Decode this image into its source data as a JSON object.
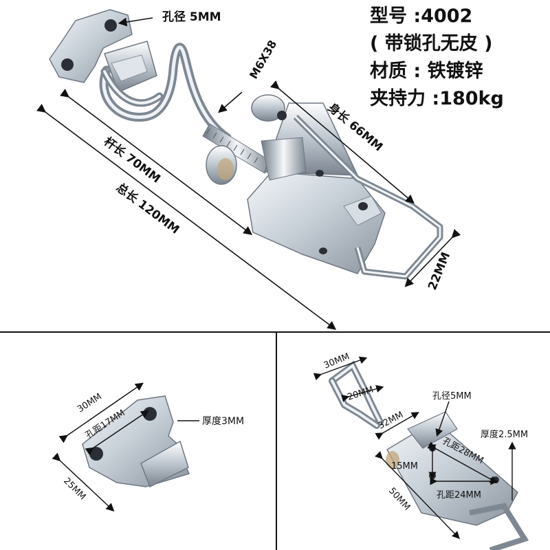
{
  "specs": {
    "model": "型号 :4002",
    "variant": "( 带锁孔无皮 )",
    "material": "材质 : 铁镀锌",
    "clamp_force": "夹持力 :180kg"
  },
  "top_labels": {
    "hole_diameter": "孔径 5MM",
    "thread": "M6X38",
    "body_length": "身长 66MM",
    "rod_length": "杆长 70MM",
    "total_length": "总长 120MM",
    "width": "22MM"
  },
  "plate_labels": {
    "width": "30MM",
    "hole_spacing": "孔距17MM",
    "thickness": "厚度3MM",
    "depth": "25MM"
  },
  "latch_labels": {
    "loop_outer": "30MM",
    "loop_inner": "20MM",
    "hole_diameter": "孔径5MM",
    "base_width": "32MM",
    "thickness": "厚度2.5MM",
    "hole_diag": "孔距28MM",
    "hole_vertical": "15MM",
    "hole_horizontal": "孔距24MM",
    "base_length": "50MM"
  },
  "colors": {
    "metal_light": "#eef2f6",
    "metal_mid": "#b9c2cc",
    "metal_dark": "#6e7782",
    "ink": "#111111"
  }
}
